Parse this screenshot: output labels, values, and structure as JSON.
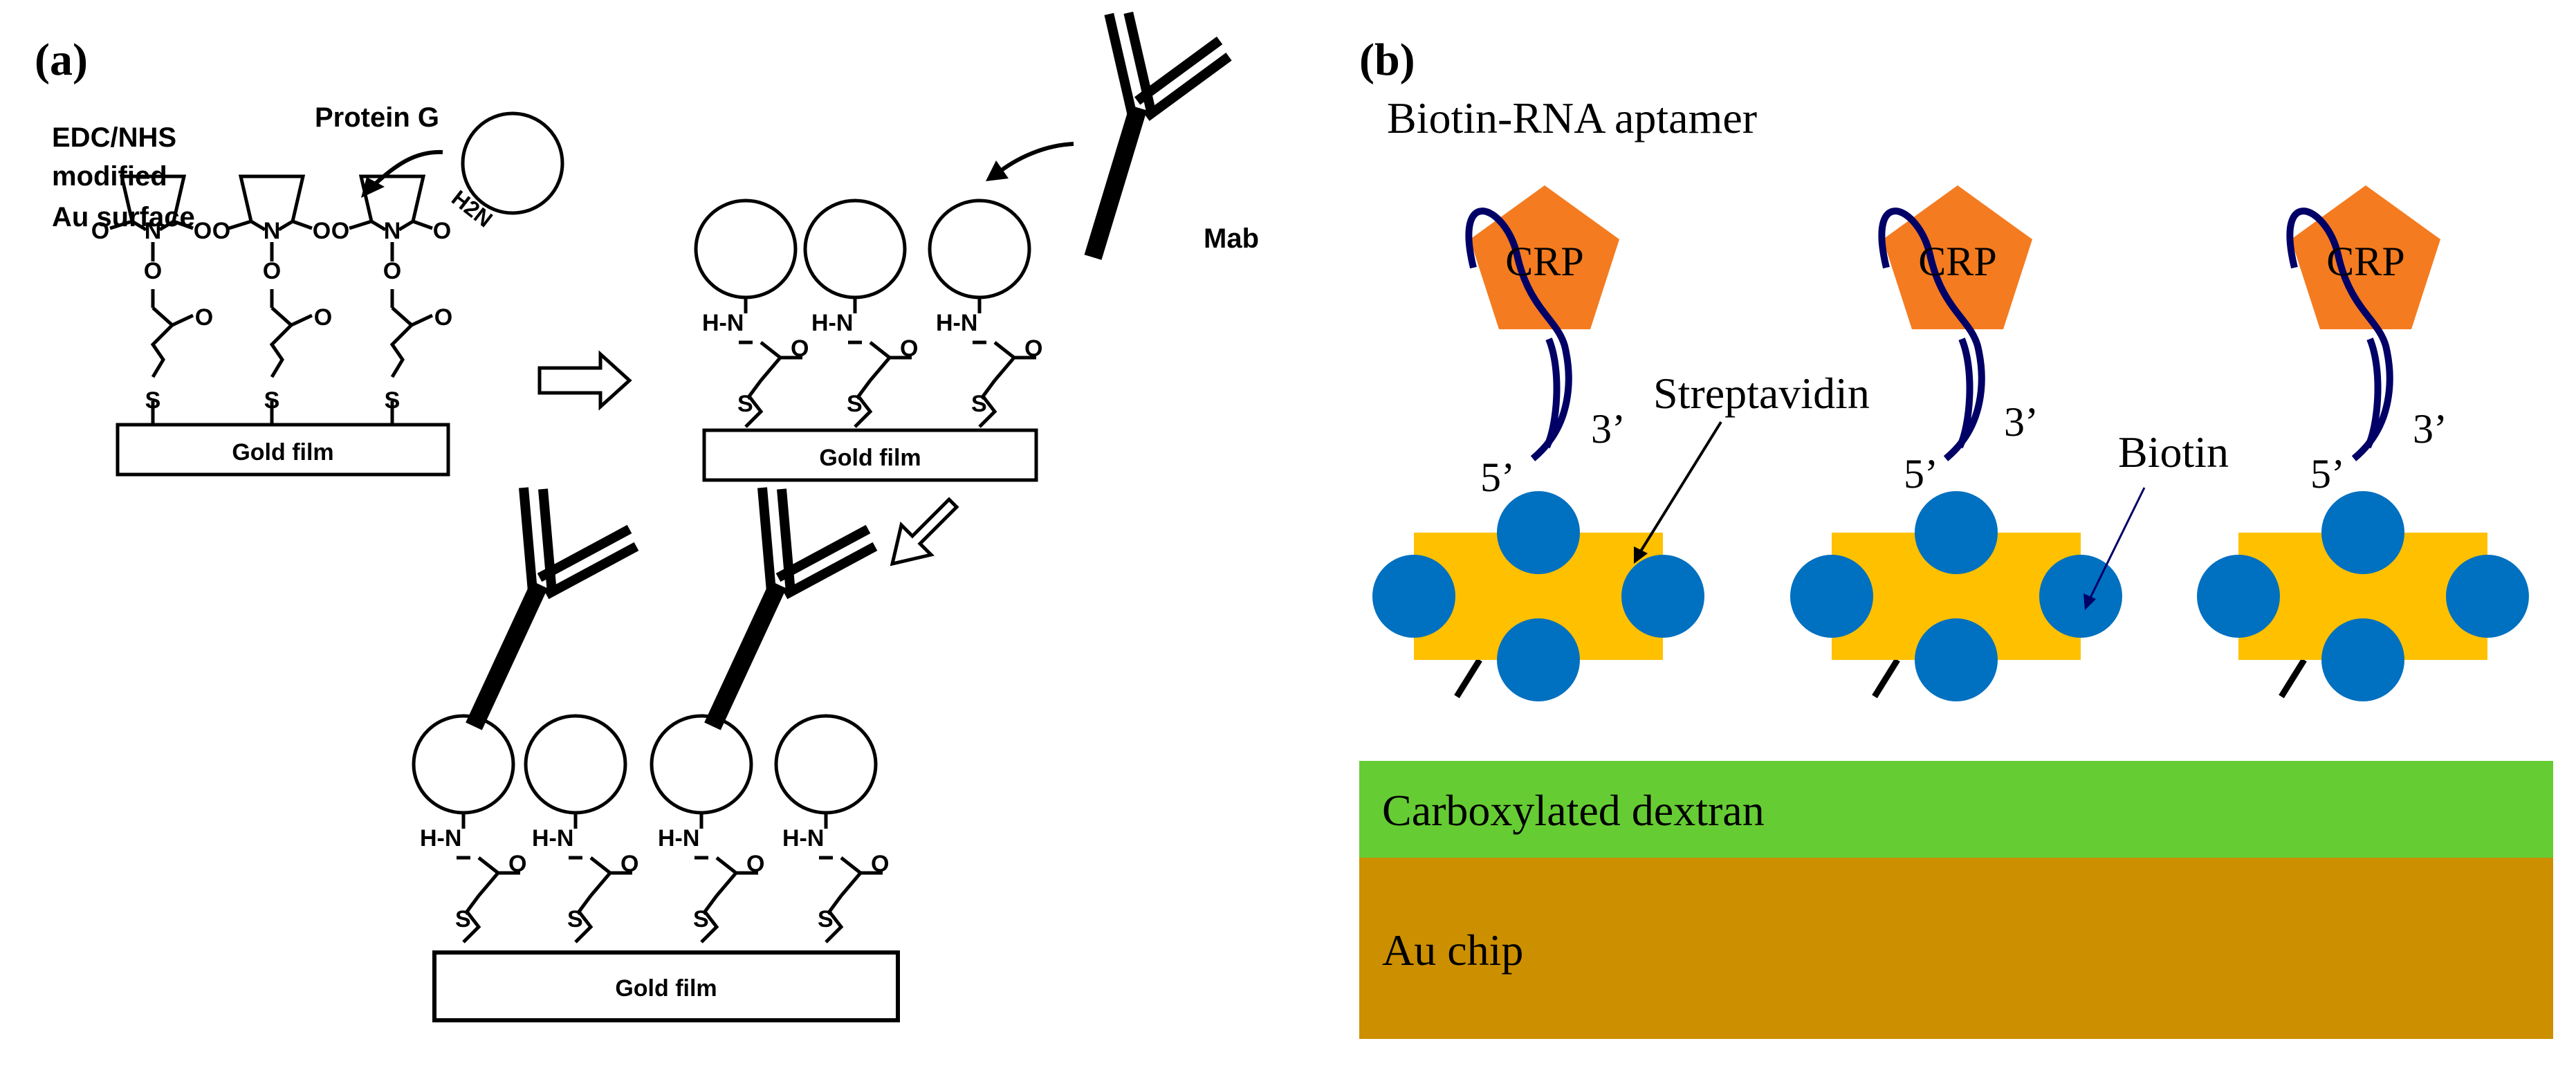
{
  "panel_a": {
    "label": "(a)",
    "surface_label": [
      "EDC/NHS",
      "modified",
      "Au surface"
    ],
    "protein_g_label": "Protein G",
    "amine_label": "H2N",
    "mab_label": "Mab",
    "gold_film_label": "Gold film",
    "ring_atoms": {
      "o": "O",
      "n": "N",
      "s": "S"
    },
    "linkage": {
      "hn": "H-N",
      "o": "O"
    }
  },
  "panel_b": {
    "label": "(b)",
    "aptamer_label": "Biotin-RNA aptamer",
    "crp_label": "CRP",
    "streptavidin_label": "Streptavidin",
    "biotin_label": "Biotin",
    "five_prime": "5’",
    "three_prime": "3’",
    "dextran_label": "Carboxylated dextran",
    "au_chip_label": "Au chip",
    "colors": {
      "crp": "#F47B20",
      "streptavidin": "#FFC000",
      "biotin": "#0070C0",
      "aptamer": "#000066",
      "dextran": "#66CC33",
      "au_chip": "#CC8F00"
    }
  }
}
